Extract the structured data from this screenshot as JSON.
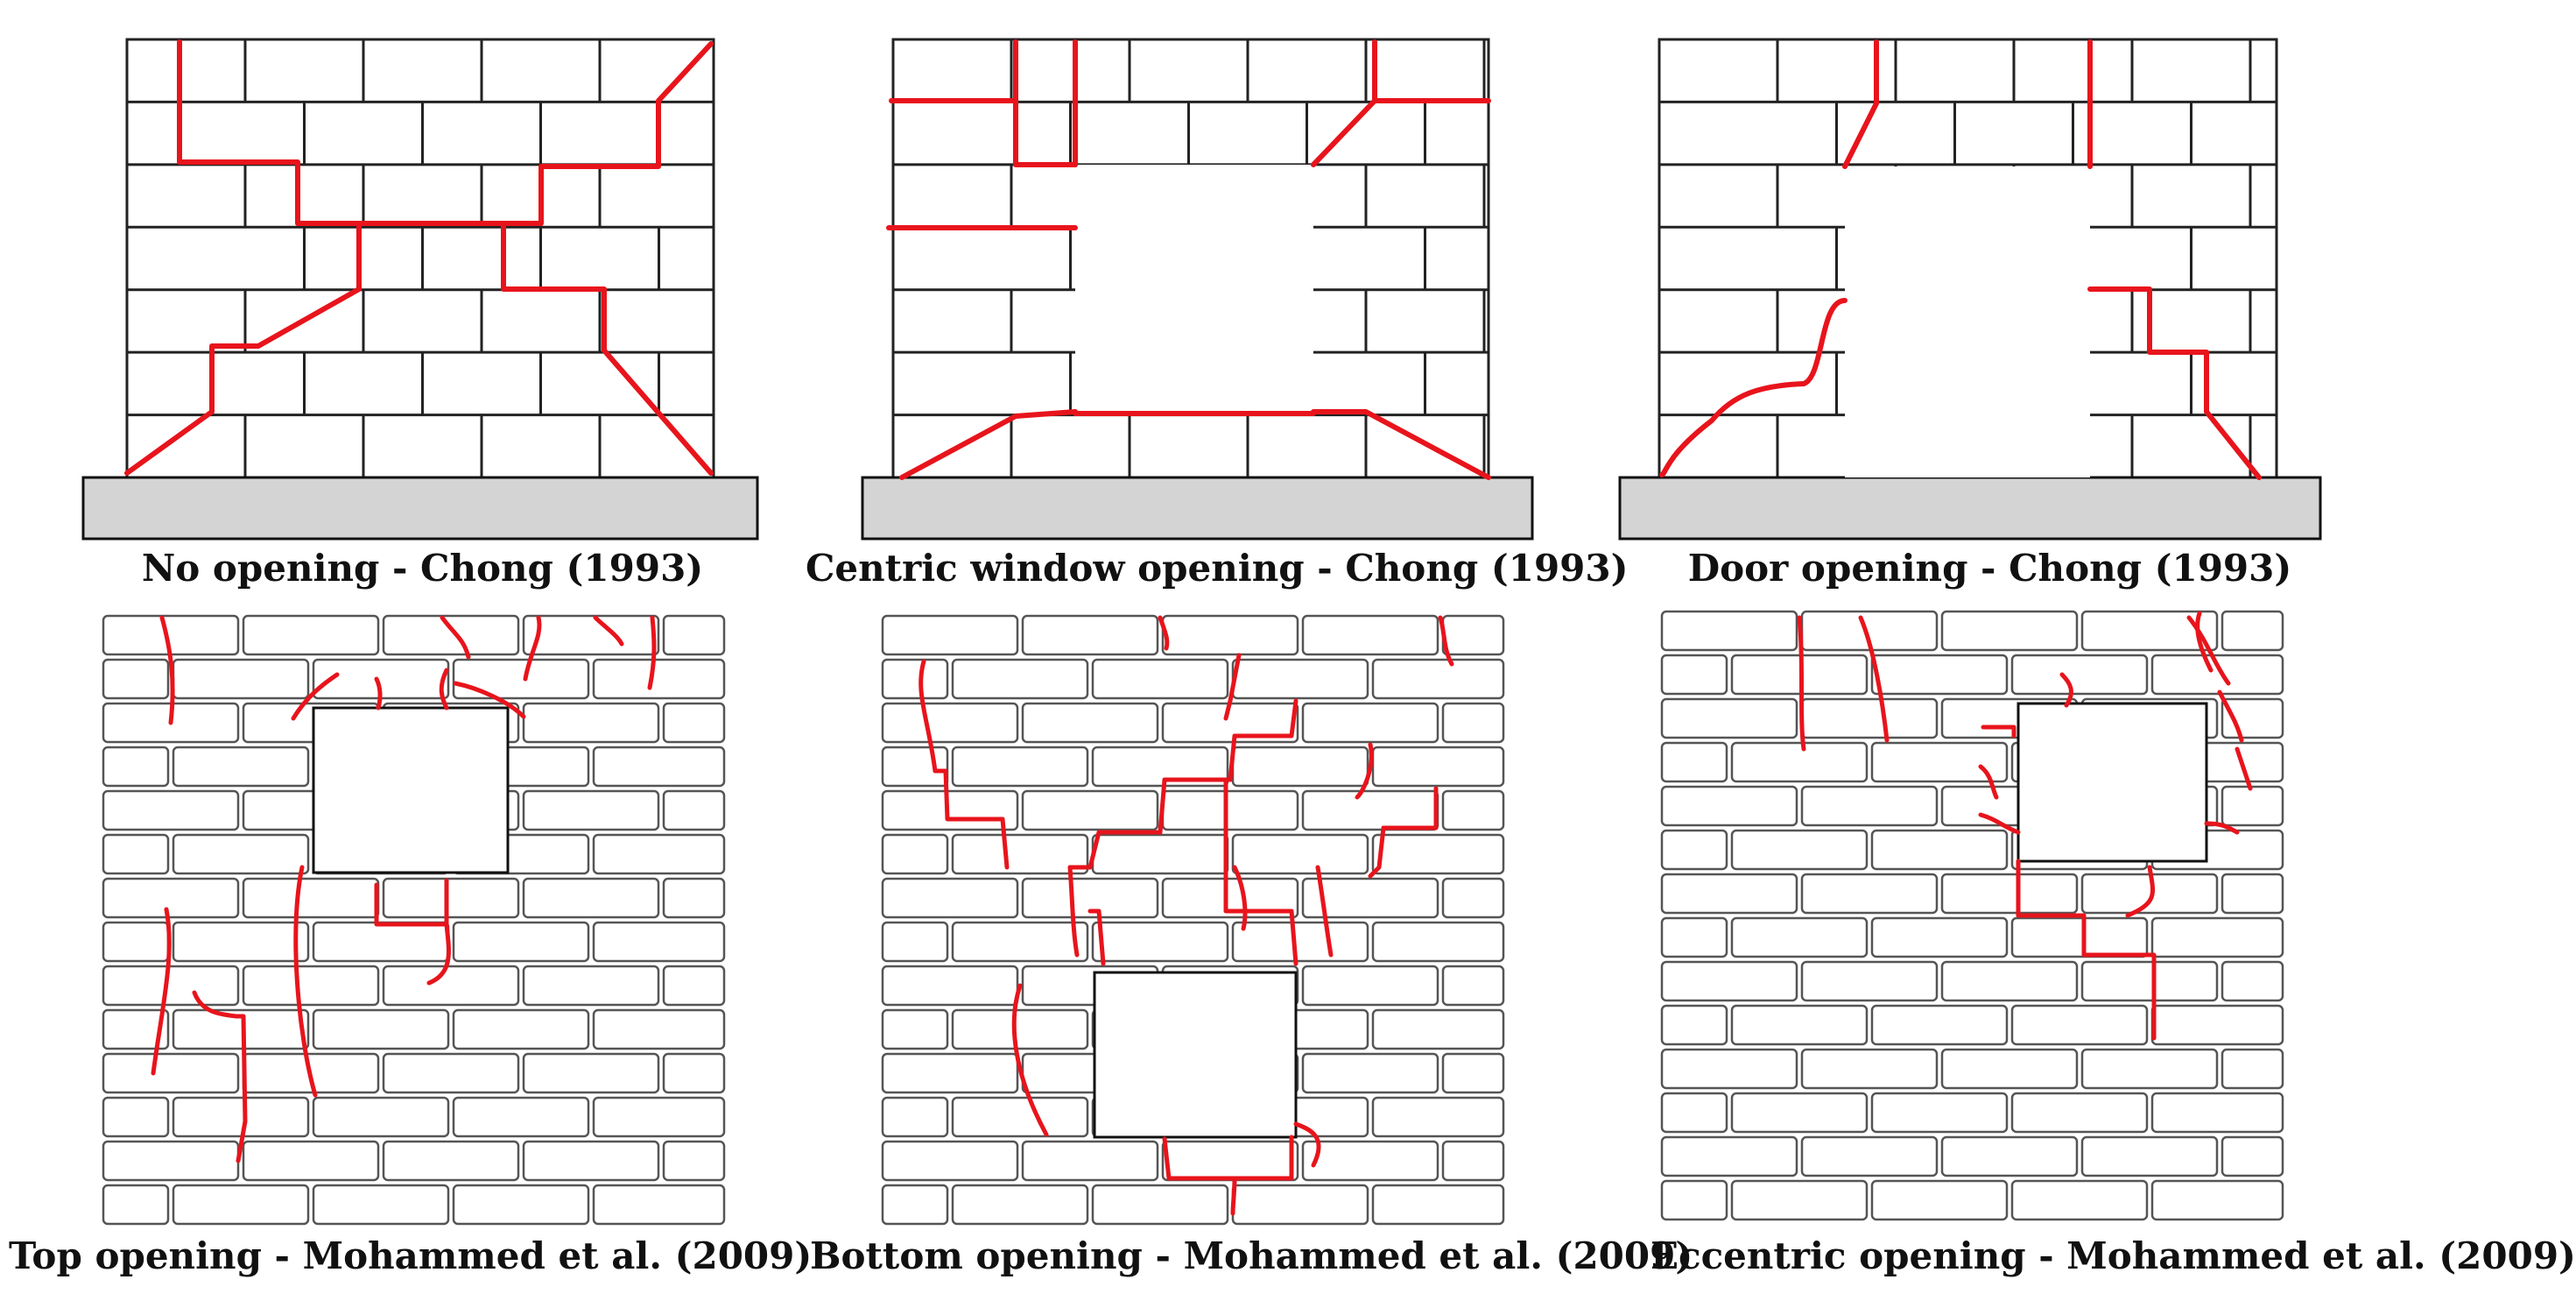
{
  "panels": [
    {
      "caption": "No opening - Chong (1993)"
    },
    {
      "caption": "Centric window opening - Chong (1993)"
    },
    {
      "caption": "Door opening - Chong (1993)"
    },
    {
      "caption": "Top opening - Mohammed et al. (2009)"
    },
    {
      "caption": "Bottom opening - Mohammed et al. (2009)"
    },
    {
      "caption": "Eccentric opening - Mohammed et al. (2009)"
    }
  ],
  "colors": {
    "crack": "#e8141c",
    "mortar_line": "#222222",
    "brick_outline": "#555555",
    "foundation_fill": "#d4d4d4",
    "background": "#ffffff"
  }
}
